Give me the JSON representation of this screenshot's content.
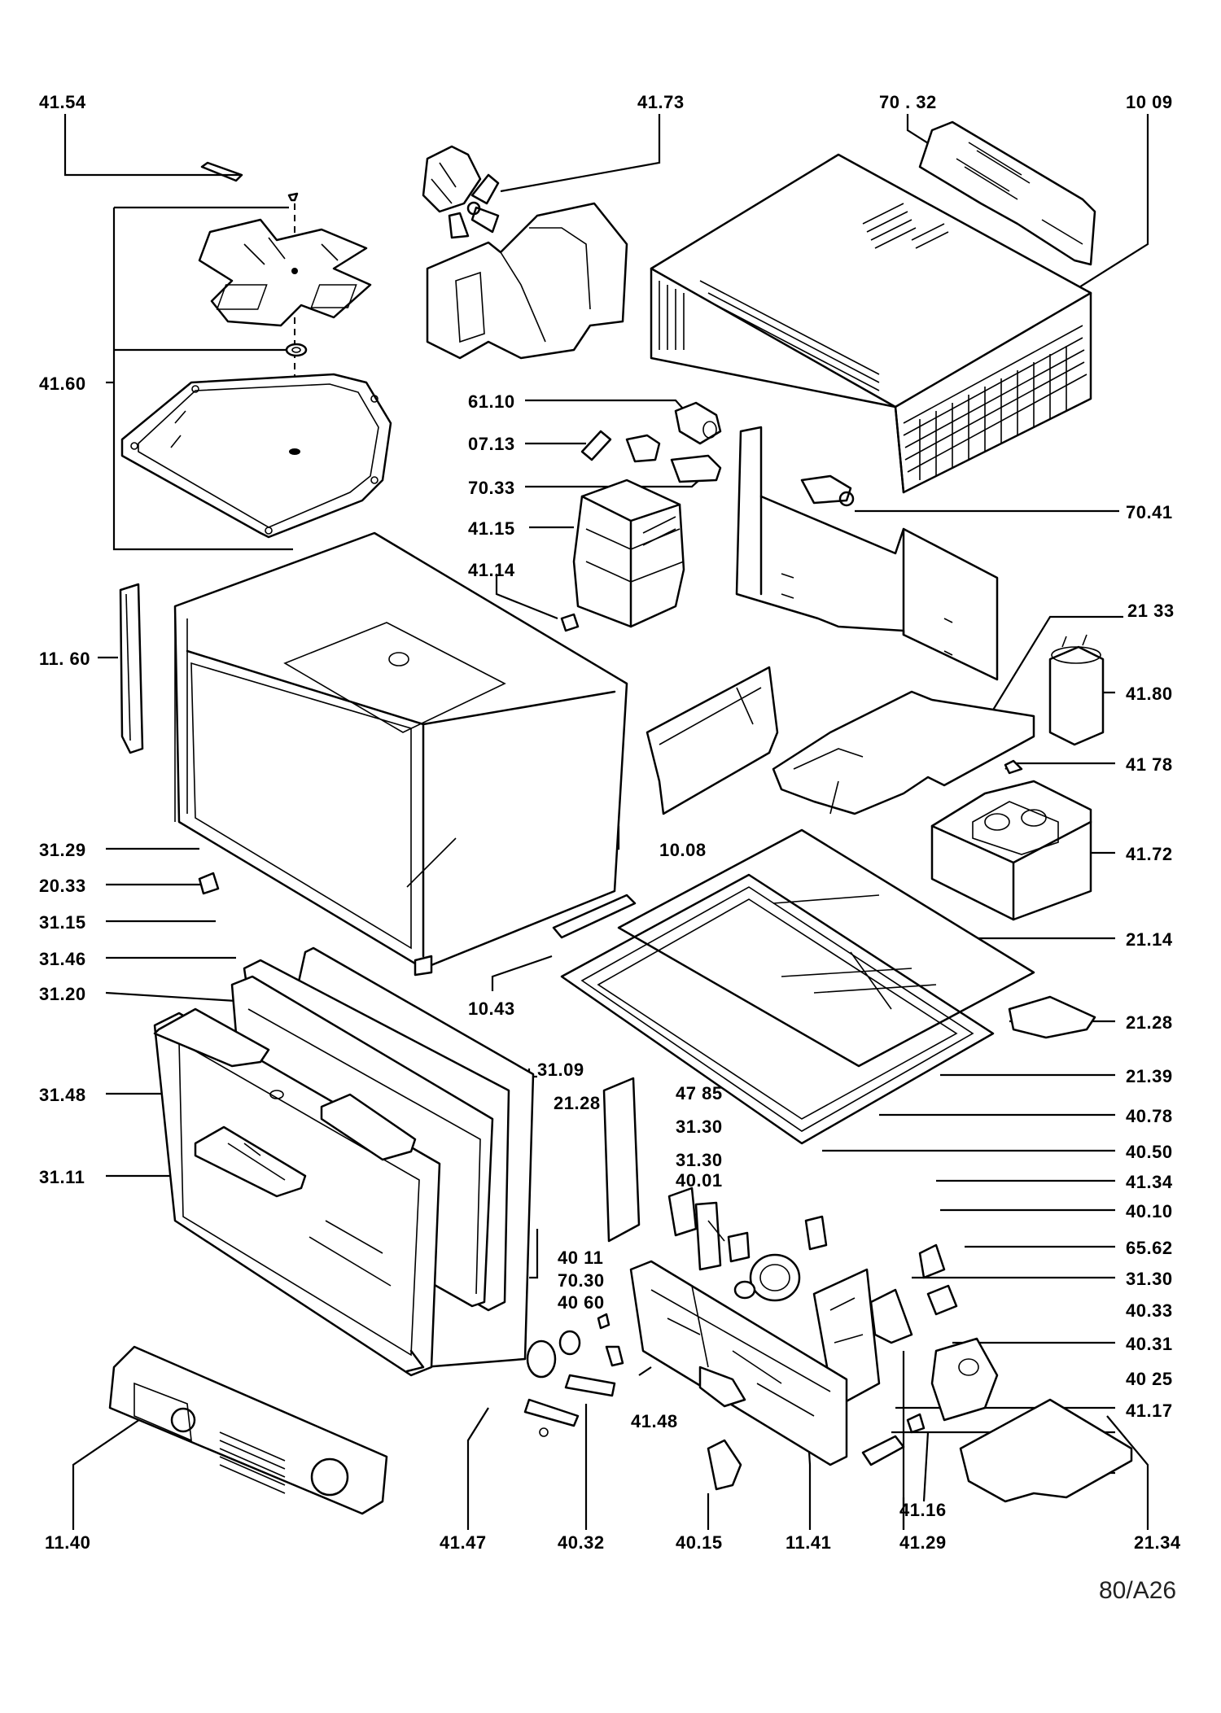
{
  "figure_ref": "80/A26",
  "parts": [
    {
      "id": "41-54",
      "label": "41.54"
    },
    {
      "id": "41-73",
      "label": "41.73"
    },
    {
      "id": "70-32",
      "label": "70 . 32"
    },
    {
      "id": "10-09",
      "label": "10 09"
    },
    {
      "id": "41-60",
      "label": "41.60"
    },
    {
      "id": "61-10",
      "label": "61.10"
    },
    {
      "id": "07-13",
      "label": "07.13"
    },
    {
      "id": "70-33",
      "label": "70.33"
    },
    {
      "id": "70-41",
      "label": "70.41"
    },
    {
      "id": "41-15",
      "label": "41.15"
    },
    {
      "id": "41-14",
      "label": "41.14"
    },
    {
      "id": "21-33",
      "label": "21 33"
    },
    {
      "id": "11-60",
      "label": "11. 60"
    },
    {
      "id": "41-80",
      "label": "41.80"
    },
    {
      "id": "41-78",
      "label": "41 78"
    },
    {
      "id": "31-29",
      "label": "31.29"
    },
    {
      "id": "10-08",
      "label": "10.08"
    },
    {
      "id": "41-72",
      "label": "41.72"
    },
    {
      "id": "20-33",
      "label": "20.33"
    },
    {
      "id": "31-15",
      "label": "31.15"
    },
    {
      "id": "21-14",
      "label": "21.14"
    },
    {
      "id": "31-46",
      "label": "31.46"
    },
    {
      "id": "31-20",
      "label": "31.20"
    },
    {
      "id": "10-43",
      "label": "10.43"
    },
    {
      "id": "21-28a",
      "label": "21.28"
    },
    {
      "id": "31-09",
      "label": "31.09"
    },
    {
      "id": "21-39",
      "label": "21.39"
    },
    {
      "id": "31-48",
      "label": "31.48"
    },
    {
      "id": "21-28b",
      "label": "21.28"
    },
    {
      "id": "47-85",
      "label": "47 85"
    },
    {
      "id": "40-78",
      "label": "40.78"
    },
    {
      "id": "31-30a",
      "label": "31.30"
    },
    {
      "id": "40-50",
      "label": "40.50"
    },
    {
      "id": "31-30b",
      "label": "31.30"
    },
    {
      "id": "31-11",
      "label": "31.11"
    },
    {
      "id": "40-01",
      "label": "40.01"
    },
    {
      "id": "41-34",
      "label": "41.34"
    },
    {
      "id": "40-10",
      "label": "40.10"
    },
    {
      "id": "65-62",
      "label": "65.62"
    },
    {
      "id": "40-11",
      "label": "40 11"
    },
    {
      "id": "70-30",
      "label": "70.30"
    },
    {
      "id": "31-30c",
      "label": "31.30"
    },
    {
      "id": "40-60",
      "label": "40 60"
    },
    {
      "id": "40-33",
      "label": "40.33"
    },
    {
      "id": "40-31",
      "label": "40.31"
    },
    {
      "id": "40-25",
      "label": "40 25"
    },
    {
      "id": "41-17",
      "label": "41.17"
    },
    {
      "id": "41-48",
      "label": "41.48"
    },
    {
      "id": "41-16",
      "label": "41.16"
    },
    {
      "id": "11-40",
      "label": "11.40"
    },
    {
      "id": "41-47",
      "label": "41.47"
    },
    {
      "id": "40-32",
      "label": "40.32"
    },
    {
      "id": "40-15",
      "label": "40.15"
    },
    {
      "id": "11-41",
      "label": "11.41"
    },
    {
      "id": "41-29",
      "label": "41.29"
    },
    {
      "id": "21-34",
      "label": "21.34"
    }
  ]
}
